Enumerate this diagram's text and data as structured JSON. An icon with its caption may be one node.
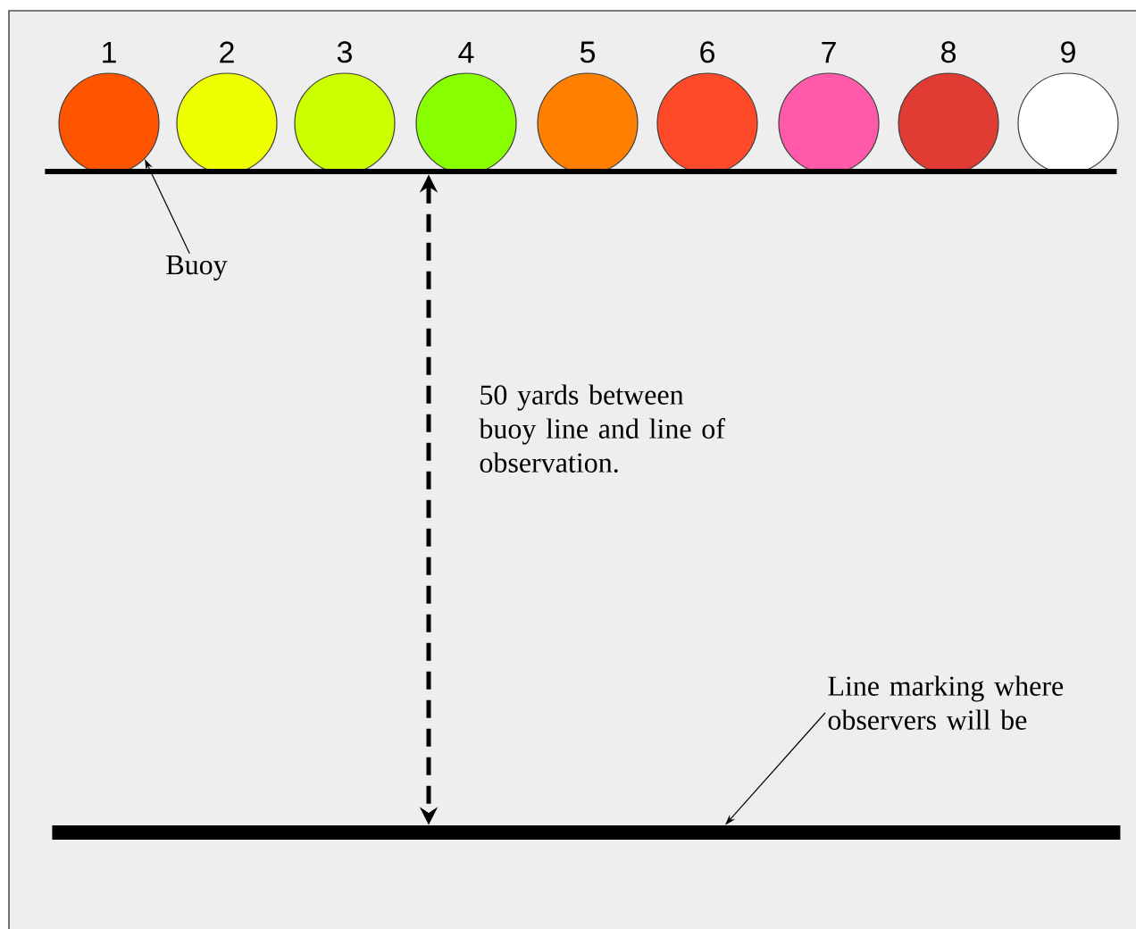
{
  "diagram": {
    "nodes": [
      {
        "text": [
          "1"
        ]
      },
      {
        "text": [
          "2"
        ]
      },
      {
        "text": [
          "3"
        ]
      },
      {
        "text": [
          "4"
        ]
      },
      {
        "text": [
          "5"
        ]
      },
      {
        "text": [
          "6"
        ]
      },
      {
        "text": [
          "7"
        ]
      },
      {
        "text": [
          "8"
        ]
      },
      {
        "text": [
          "9"
        ]
      },
      {
        "text": [],
        "shape": "bar"
      },
      {
        "text": [],
        "shape": "bar"
      },
      {
        "text": [
          "Buoy"
        ]
      },
      {
        "text": [
          "Line marking where observers will be"
        ]
      }
    ],
    "edges": [
      {
        "from": 11,
        "to": 0,
        "arrow": "to"
      },
      {
        "from": 12,
        "to": 10,
        "arrow": "to"
      },
      {
        "from": 9,
        "to": 10,
        "arrow": "both",
        "style": "dashed"
      }
    ],
    "labels": [
      "50 yards between buoy line and line of observation."
    ]
  }
}
